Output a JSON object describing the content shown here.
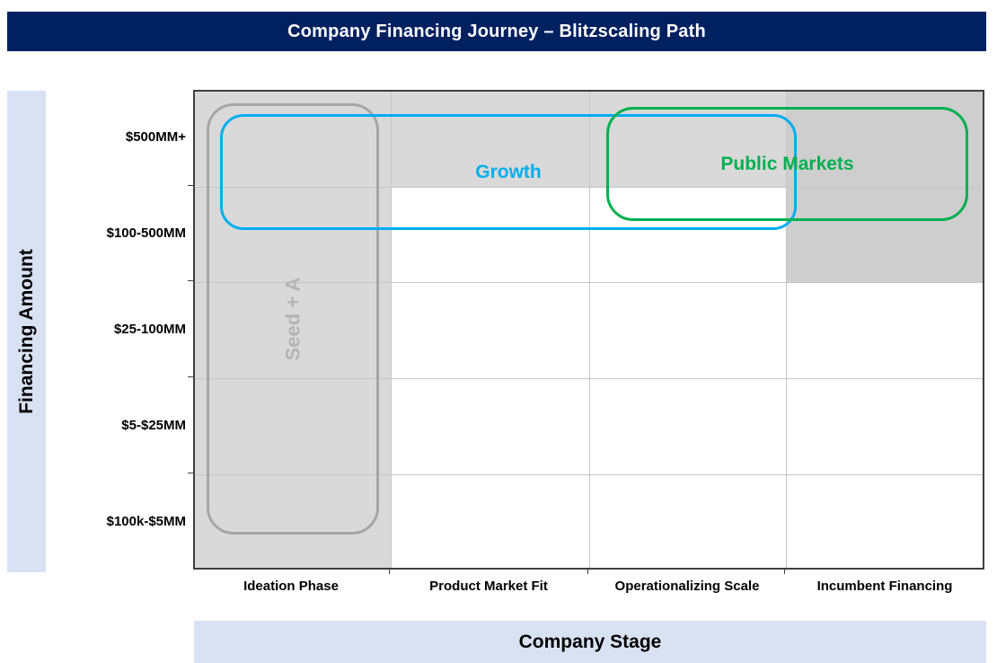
{
  "title": {
    "text": "Company Financing Journey – Blitzscaling Path"
  },
  "y_axis": {
    "label": "Financing Amount",
    "ticks": [
      "$500MM+",
      "$100-500MM",
      "$25-100MM",
      "$5-$25MM",
      "$100k-$5MM"
    ]
  },
  "x_axis": {
    "label": "Company Stage",
    "ticks": [
      "Ideation Phase",
      "Product Market Fit",
      "Operationalizing Scale",
      "Incumbent Financing"
    ]
  },
  "regions": {
    "seed": {
      "label": "Seed + A",
      "color": "#A6A6A6",
      "text_color": "#B4B4B4"
    },
    "growth": {
      "label": "Growth",
      "color": "#00AEEF"
    },
    "public_markets": {
      "label": "Public Markets",
      "color": "#00B050"
    }
  },
  "colors": {
    "title_bar_bg": "#002060",
    "title_text": "#FFFFFF",
    "axis_band_bg": "#D9E2F3",
    "shaded_cell": "#D9D9D9",
    "shaded_cell_dark": "#CECECE",
    "gridline": "#C6C6C6",
    "plot_border": "#3F3F3F"
  },
  "chart_data": {
    "type": "heatmap",
    "title": "Company Financing Journey – Blitzscaling Path",
    "xlabel": "Company Stage",
    "ylabel": "Financing Amount",
    "x_categories": [
      "Ideation Phase",
      "Product Market Fit",
      "Operationalizing Scale",
      "Incumbent Financing"
    ],
    "y_categories": [
      "$500MM+",
      "$100-500MM",
      "$25-100MM",
      "$5-$25MM",
      "$100k-$5MM"
    ],
    "grid": true,
    "legend": false,
    "shaded_cells": [
      {
        "area": "column",
        "x": "Ideation Phase",
        "rows": [
          "$500MM+",
          "$100-500MM",
          "$25-100MM",
          "$5-$25MM",
          "$100k-$5MM"
        ],
        "color": "#D9D9D9"
      },
      {
        "area": "row",
        "y": "$500MM+",
        "columns": [
          "Ideation Phase",
          "Product Market Fit",
          "Operationalizing Scale",
          "Incumbent Financing"
        ],
        "color": "#D9D9D9"
      },
      {
        "area": "block",
        "x": "Incumbent Financing",
        "rows": [
          "$500MM+",
          "$100-500MM"
        ],
        "color": "#CECECE"
      }
    ],
    "regions": [
      {
        "name": "Seed + A",
        "x_span": [
          "Ideation Phase",
          "Ideation Phase"
        ],
        "y_span": [
          "$500MM+",
          "$100k-$5MM"
        ],
        "outline_color": "#A6A6A6",
        "label_orientation": "vertical"
      },
      {
        "name": "Growth",
        "x_span": [
          "Ideation Phase",
          "Operationalizing Scale"
        ],
        "y_span": [
          "$500MM+",
          "$100-500MM"
        ],
        "outline_color": "#00AEEF",
        "label_orientation": "horizontal"
      },
      {
        "name": "Public Markets",
        "x_span": [
          "Operationalizing Scale",
          "Incumbent Financing"
        ],
        "y_span": [
          "$500MM+",
          "$100-500MM"
        ],
        "outline_color": "#00B050",
        "label_orientation": "horizontal"
      }
    ]
  }
}
